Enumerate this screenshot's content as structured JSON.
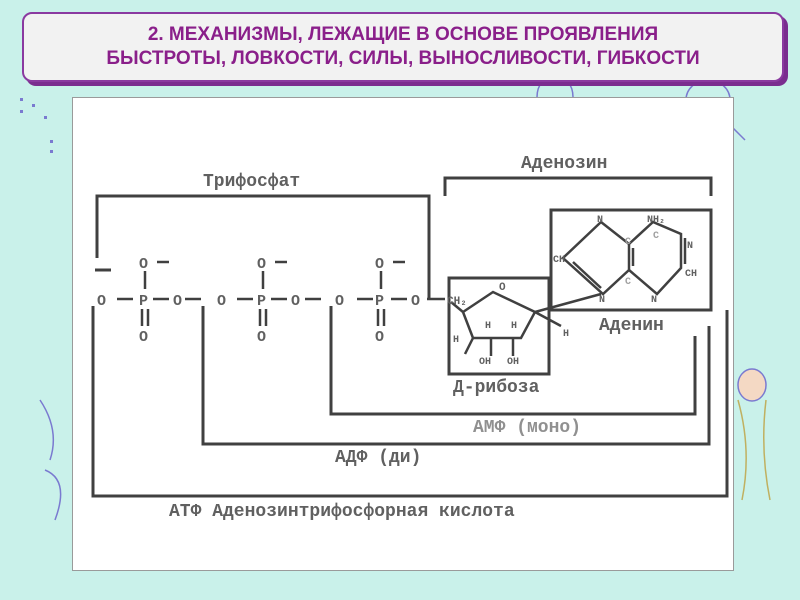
{
  "header": {
    "line1": "2. МЕХАНИЗМЫ, ЛЕЖАЩИЕ В ОСНОВЕ ПРОЯВЛЕНИЯ",
    "line2": "БЫСТРОТЫ, ЛОВКОСТИ, СИЛЫ, ВЫНОСЛИВОСТИ, ГИБКОСТИ"
  },
  "diagram": {
    "triphosphate": "Трифосфат",
    "adenosine": "Аденозин",
    "adenine": "Аденин",
    "ribose": "Д-рибоза",
    "amp": "АМФ (моно)",
    "adp": "АДФ (ди)",
    "atp": "АТФ Аденозинтрифосфорная кислота",
    "atoms": {
      "o": "O",
      "p": "P",
      "ch2": "CH₂",
      "h": "H",
      "oh": "OH",
      "n": "N",
      "nh2": "NH₂",
      "ch": "CH",
      "c": "C"
    }
  },
  "colors": {
    "background": "#c9f1ea",
    "title_text": "#8a1f8a",
    "title_border": "#8a3aa0",
    "line": "#404040",
    "label": "#606060",
    "carbon": "#a0a0a0"
  }
}
